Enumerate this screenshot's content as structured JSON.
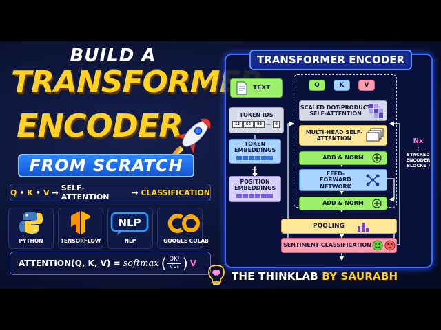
{
  "title": {
    "line1": "BUILD A",
    "line2": "TRANSFORMER",
    "line3": "ENCODER",
    "banner": "FROM SCRATCH"
  },
  "pipeline": {
    "q": "Q",
    "dot1": "•",
    "k": "K",
    "dot2": "•",
    "v": "V",
    "arrow1": "→",
    "step1": "SELF-ATTENTION",
    "arrow2": "→",
    "step2": "CLASSIFICATION"
  },
  "logos": [
    {
      "label": "PYTHON",
      "icon": "python-icon",
      "color": "#3f7cc4"
    },
    {
      "label": "TENSORFLOW",
      "icon": "tensorflow-icon",
      "color": "#ff8f00"
    },
    {
      "label": "NLP",
      "icon": "nlp-icon",
      "color": "#1da1ff"
    },
    {
      "label": "GOOGLE COLAB",
      "icon": "colab-icon",
      "color": "#f9ab00"
    }
  ],
  "formula": {
    "lhs": "ATTENTION(Q, K, V) =",
    "fn": "softmax",
    "num": "QKᵀ",
    "den": "√dₖ",
    "rhs": "V"
  },
  "diagram": {
    "title": "TRANSFORMER ENCODER",
    "text": "TEXT",
    "token_ids": "TOKEN IDS",
    "tokens": [
      "12",
      "56",
      "98",
      "...",
      "0"
    ],
    "token_embeddings": "TOKEN EMBEDDINGS",
    "plus": "+",
    "position_embeddings": "POSITION EMBEDDINGS",
    "q": "Q",
    "k": "K",
    "v": "V",
    "sdpa": "SCALED DOT-PRODUCT SELF-ATTENTION",
    "mhsa": "MULTI-HEAD SELF-ATTENTION",
    "add_norm_1": "ADD & NORM",
    "ffn": "FEED-FORWARD NETWORK",
    "add_norm_2": "ADD & NORM",
    "nx": "Nx",
    "nx_note": "( STACKED ENCODER BLOCKS )",
    "pooling": "POOLING",
    "sentiment": "SENTIMENT CLASSIFICATION"
  },
  "brand": {
    "name": "THE THINKLAB",
    "by": "BY SAURABH"
  },
  "colors": {
    "accent_yellow": "#ffd21f",
    "accent_blue": "#2a86ff",
    "frame_blue": "#3d6bff"
  }
}
